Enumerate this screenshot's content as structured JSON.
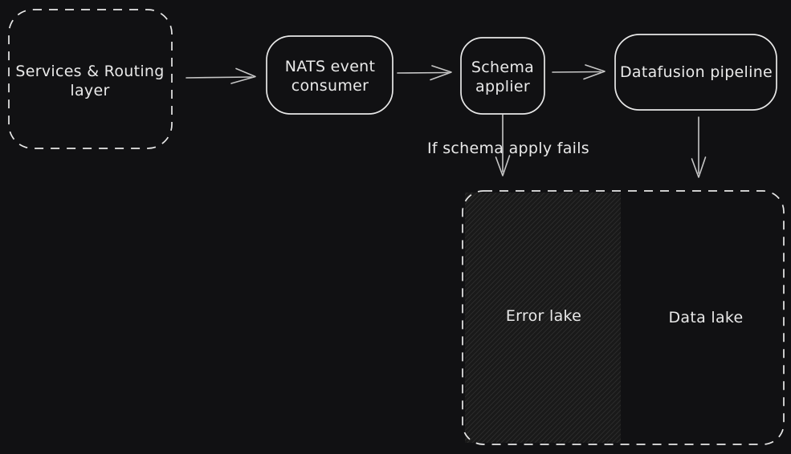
{
  "diagram": {
    "nodes": {
      "services_routing": {
        "line1": "Services & Routing",
        "line2": "layer"
      },
      "nats_consumer": {
        "line1": "NATS event",
        "line2": "consumer"
      },
      "schema_applier": {
        "line1": "Schema",
        "line2": "applier"
      },
      "datafusion_pipeline": {
        "line1": "Datafusion pipeline"
      },
      "error_lake": {
        "label": "Error lake"
      },
      "data_lake": {
        "label": "Data lake"
      }
    },
    "annotations": {
      "fail_condition": "If schema apply fails"
    },
    "colors": {
      "background": "#111113",
      "stroke": "#e8e8e8",
      "arrow": "#c6c6c6",
      "text": "#e9e9e9",
      "hatch_base": "#191919",
      "hatch_line": "#2b2b2b"
    }
  }
}
